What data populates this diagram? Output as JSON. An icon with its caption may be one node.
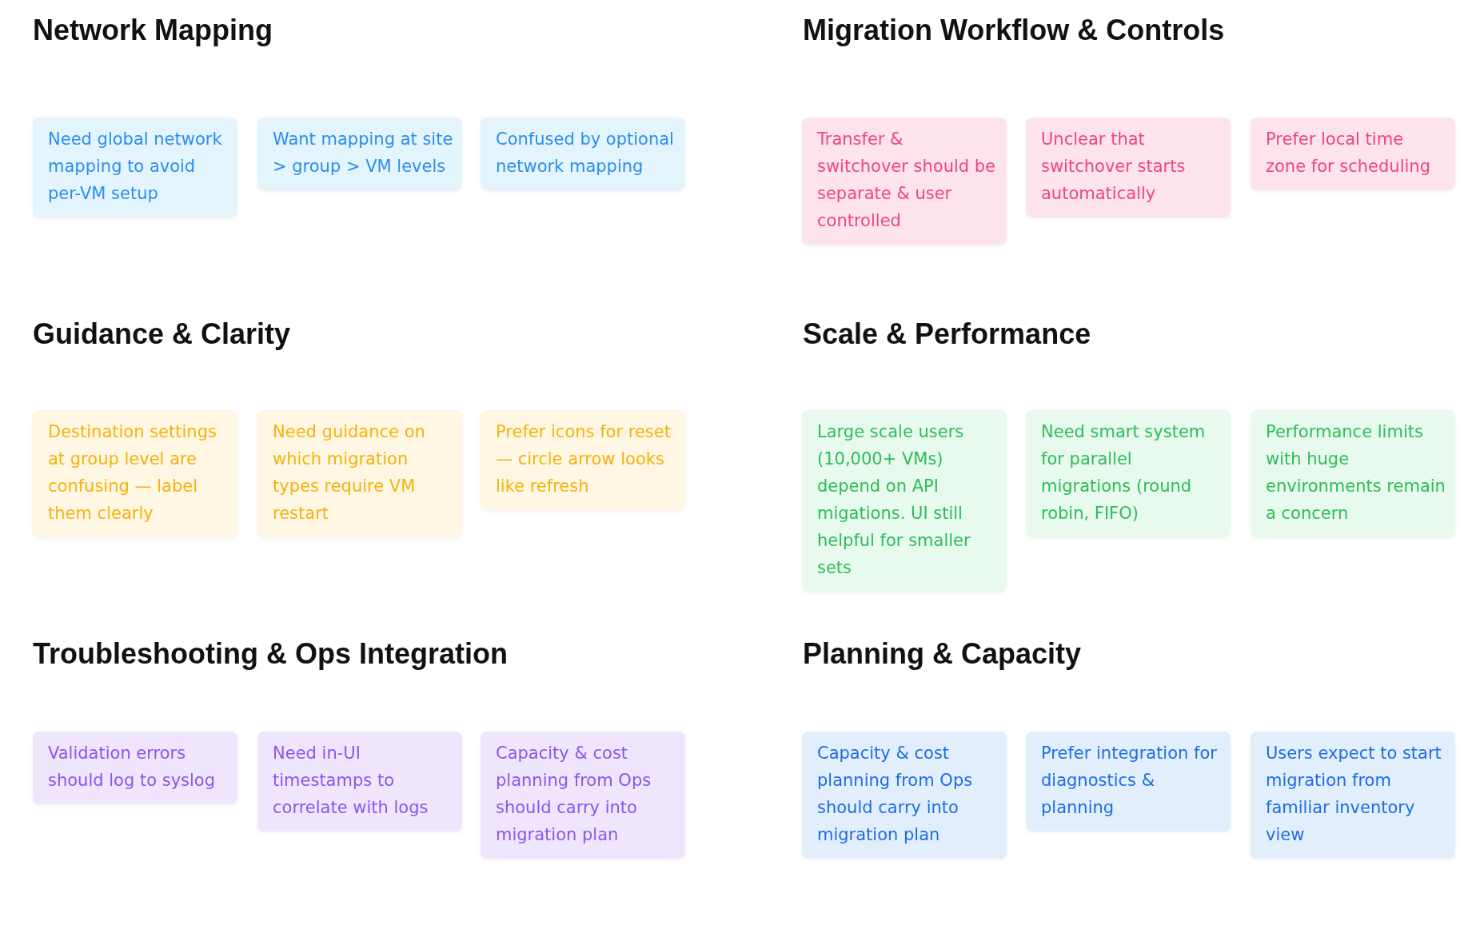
{
  "diagram": {
    "nodes": [
      {
        "text": [
          "Need global network mapping to avoid per-VM setup"
        ]
      },
      {
        "text": [
          "Want mapping at site > group > VM levels"
        ]
      },
      {
        "text": [
          "Confused by optional network mapping"
        ]
      },
      {
        "text": [
          "Transfer & switchover should be separate & user controlled"
        ]
      },
      {
        "text": [
          "Unclear that switchover starts automatically"
        ]
      },
      {
        "text": [
          "Prefer local time zone for scheduling"
        ]
      },
      {
        "text": [
          "Destination settings at group level are confusing — label them clearly"
        ]
      },
      {
        "text": [
          "Need guidance on which migration types require VM restart"
        ]
      },
      {
        "text": [
          "Prefer icons for reset — circle arrow looks like refresh"
        ]
      },
      {
        "text": [
          "Large scale users (10,000+ VMs) depend on API migations. UI still helpful for smaller sets"
        ]
      },
      {
        "text": [
          "Need smart system for parallel migrations (round robin, FIFO)"
        ]
      },
      {
        "text": [
          "Performance limits with huge environments remain a concern"
        ]
      },
      {
        "text": [
          "Validation errors should log to syslog"
        ]
      },
      {
        "text": [
          "Need in-UI timestamps to correlate with logs"
        ]
      },
      {
        "text": [
          "Capacity & cost planning from Ops should carry into migration plan"
        ]
      },
      {
        "text": [
          "Capacity & cost planning from Ops should carry into migration plan"
        ]
      },
      {
        "text": [
          "Prefer integration for diagnostics & planning"
        ]
      },
      {
        "text": [
          "Users expect to start migration from familiar inventory view"
        ]
      }
    ],
    "labels": [
      "Network Mapping",
      "Migration Workflow & Controls",
      "Guidance & Clarity",
      "Scale & Performance",
      "Troubleshooting & Ops Integration",
      "Planning & Capacity"
    ]
  }
}
